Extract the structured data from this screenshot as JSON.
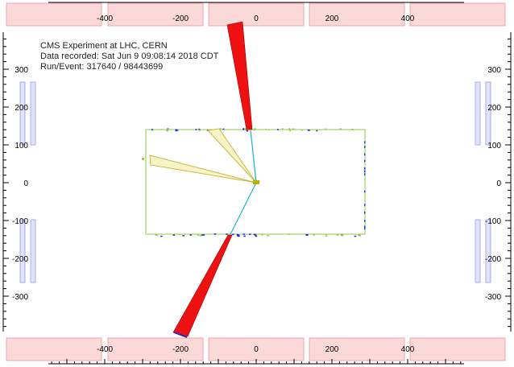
{
  "event_info": {
    "line1": "CMS Experiment at LHC, CERN",
    "line2": "Data recorded: Sat Jun  9 09:08:14 2018 CDT",
    "line3": "Run/Event: 317640 / 98443699"
  },
  "top_scale_labels": [
    "-400",
    "-200",
    "0",
    "200",
    "400"
  ],
  "bottom_scale_labels": [
    "-400",
    "-200",
    "0",
    "200",
    "400"
  ],
  "left_scale_labels": [
    "300",
    "200",
    "100",
    "0",
    "-100",
    "-200",
    "-300"
  ],
  "right_scale_labels": [
    "300",
    "200",
    "100",
    "0",
    "-100",
    "-200",
    "-300"
  ],
  "colors": {
    "muon_chamber_fill": "#fcd9d9",
    "muon_chamber_stroke": "#e9a8a8",
    "side_chamber_fill": "#dfe3fb",
    "side_chamber_stroke": "#a7aee8",
    "jet_red": "#ee1111",
    "jet_yellow": "#f7f3c8",
    "tracker_green": "#8ecb4a",
    "track_cyan": "#19b6c9",
    "hit_blue": "#1a2ad6"
  }
}
